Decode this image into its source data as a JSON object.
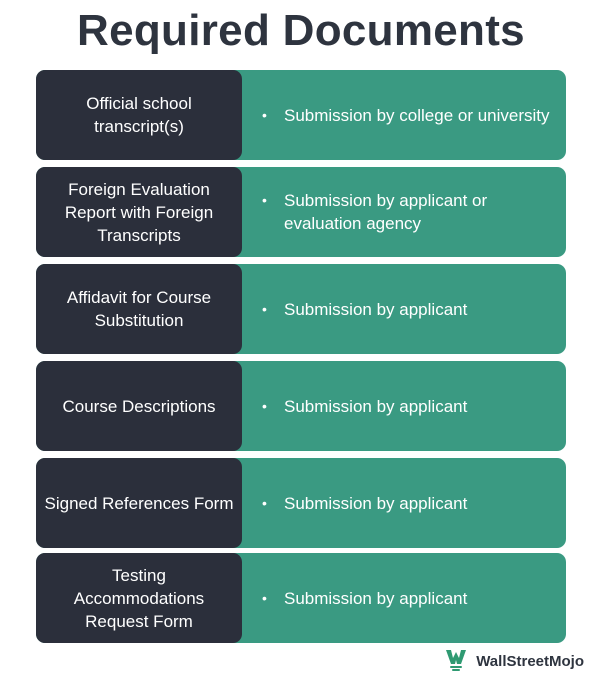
{
  "title": "Required Documents",
  "rows": [
    {
      "label": "Official school\ntranscript(s)",
      "detail": "Submission by college or university"
    },
    {
      "label": "Foreign Evaluation\nReport with Foreign\nTranscripts",
      "detail": "Submission by applicant or evaluation agency"
    },
    {
      "label": "Affidavit for Course\nSubstitution",
      "detail": "Submission by applicant"
    },
    {
      "label": "Course Descriptions",
      "detail": "Submission by applicant"
    },
    {
      "label": "Signed References Form",
      "detail": "Submission by applicant"
    },
    {
      "label": "Testing\nAccommodations\nRequest Form",
      "detail": "Submission by applicant"
    }
  ],
  "bullet": "•",
  "brand": "WallStreetMojo",
  "colors": {
    "label_bg": "#2b2f3b",
    "detail_bg": "#3a9a82",
    "title": "#2e343f"
  }
}
